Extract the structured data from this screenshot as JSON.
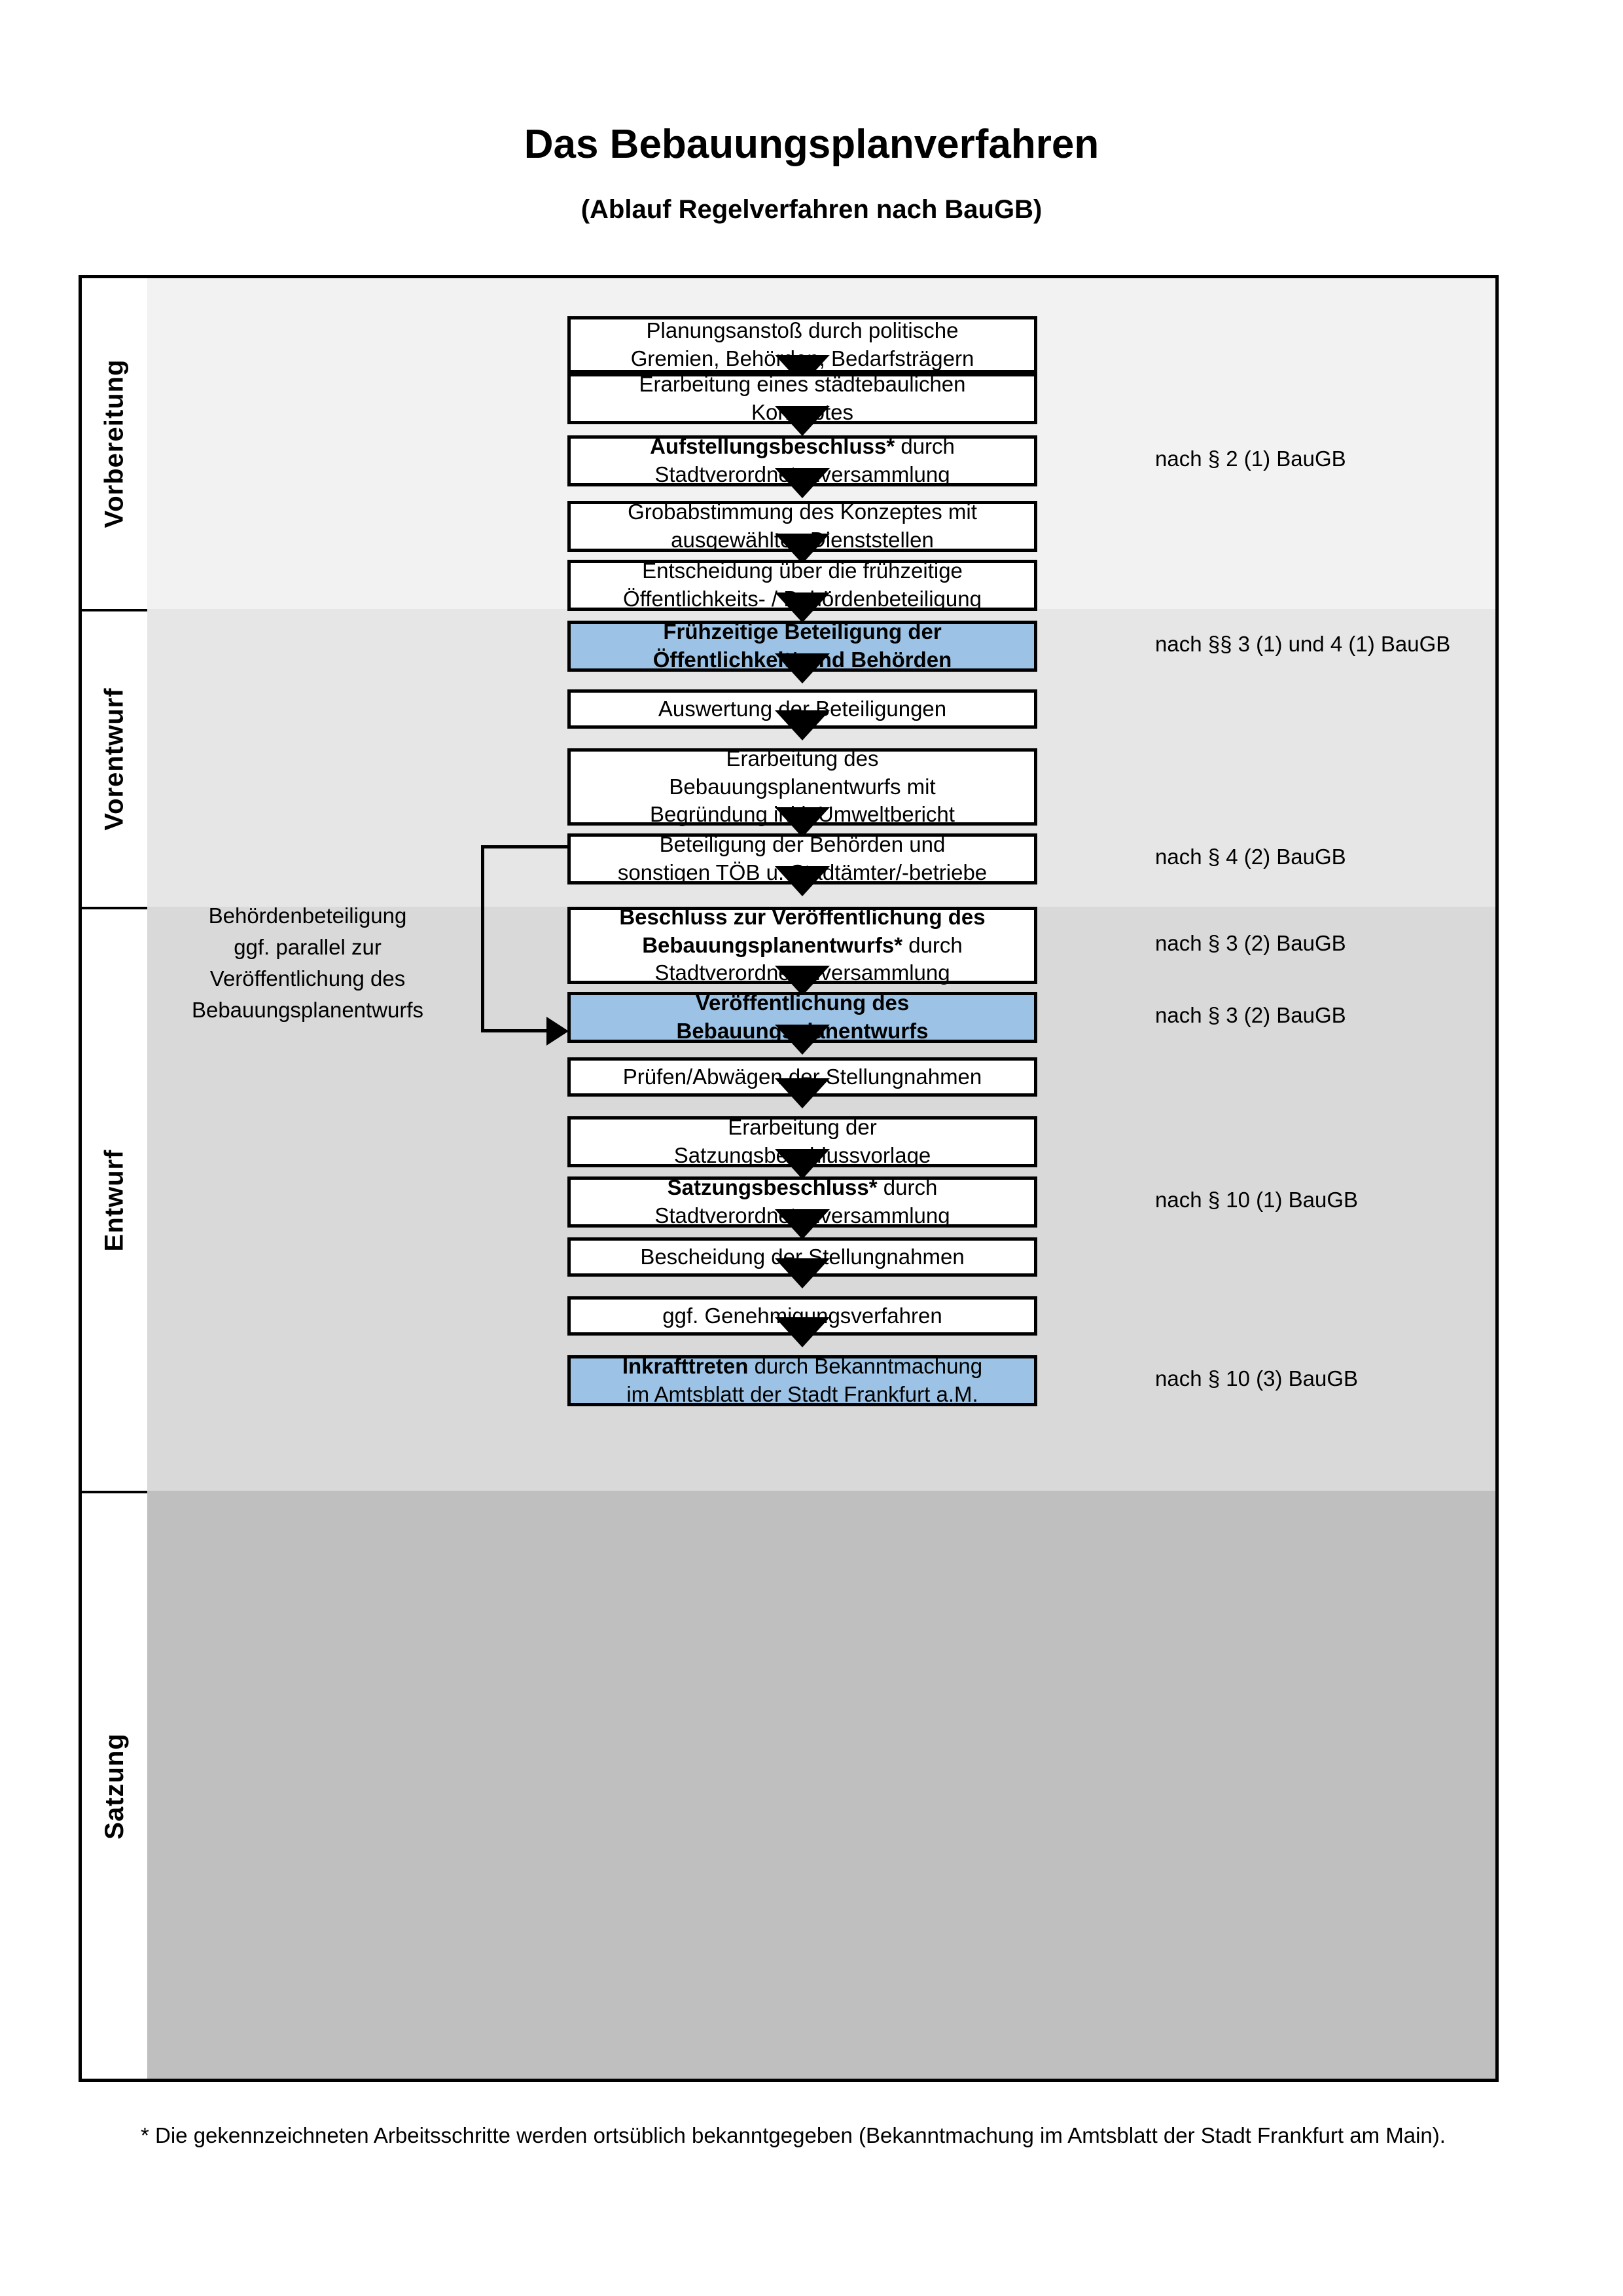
{
  "header": {
    "title": "Das Bebauungsplanverfahren",
    "subtitle": "(Ablauf Regelverfahren nach BauGB)"
  },
  "phases": [
    {
      "label": "Vorbereitung",
      "band_color": "#F2F2F2"
    },
    {
      "label": "Vorentwurf",
      "band_color": "#E6E6E6"
    },
    {
      "label": "Entwurf",
      "band_color": "#D9D9D9"
    },
    {
      "label": "Satzung",
      "band_color": "#BFBFBF"
    }
  ],
  "colors": {
    "highlight_box": "#9CC3E5",
    "border": "#000000",
    "page_background": "#FFFFFF"
  },
  "steps": [
    {
      "id": "planungsanstoss",
      "phase": "Vorbereitung",
      "highlight": false,
      "lines": [
        {
          "text": "Planungsanstoß durch politische",
          "bold": false
        },
        {
          "text": "Gremien, Behörden, Bedarfsträgern",
          "bold": false
        }
      ]
    },
    {
      "id": "staedtebauliches-konzept",
      "phase": "Vorbereitung",
      "highlight": false,
      "lines": [
        {
          "text": "Erarbeitung eines städtebaulichen",
          "bold": false
        },
        {
          "text": "Konzeptes",
          "bold": false
        }
      ]
    },
    {
      "id": "aufstellungsbeschluss",
      "phase": "Vorbereitung",
      "highlight": false,
      "lines": [
        {
          "text": "Aufstellungsbeschluss*",
          "bold": true,
          "suffix": " durch"
        },
        {
          "text": "Stadtverordnetenversammlung",
          "bold": false
        }
      ]
    },
    {
      "id": "grobabstimmung",
      "phase": "Vorentwurf",
      "highlight": false,
      "lines": [
        {
          "text": "Grobabstimmung des Konzeptes mit",
          "bold": false
        },
        {
          "text": "ausgewählten Dienststellen",
          "bold": false
        }
      ]
    },
    {
      "id": "entscheidung-fruehzeitige-beteiligung",
      "phase": "Vorentwurf",
      "highlight": false,
      "lines": [
        {
          "text": "Entscheidung über die frühzeitige",
          "bold": false
        },
        {
          "text": "Öffentlichkeits- / Behördenbeteiligung",
          "bold": false
        }
      ]
    },
    {
      "id": "fruehzeitige-beteiligung",
      "phase": "Vorentwurf",
      "highlight": true,
      "lines": [
        {
          "text": "Frühzeitige Beteiligung der",
          "bold": true
        },
        {
          "text": "Öffentlichkeit* und Behörden",
          "bold": true
        }
      ]
    },
    {
      "id": "auswertung-beteiligungen",
      "phase": "Entwurf",
      "highlight": false,
      "lines": [
        {
          "text": "Auswertung der Beteiligungen",
          "bold": false
        }
      ]
    },
    {
      "id": "erarbeitung-bebauungsplanentwurf",
      "phase": "Entwurf",
      "highlight": false,
      "lines": [
        {
          "text": "Erarbeitung des",
          "bold": false
        },
        {
          "text": "Bebauungsplanentwurfs mit",
          "bold": false
        },
        {
          "text": "Begründung inkl. Umweltbericht",
          "bold": false
        }
      ]
    },
    {
      "id": "beteiligung-behoerden-toeb",
      "phase": "Entwurf",
      "highlight": false,
      "lines": [
        {
          "text": "Beteiligung der Behörden und",
          "bold": false
        },
        {
          "text": "sonstigen TÖB u. Stadtämter/-betriebe",
          "bold": false
        }
      ]
    },
    {
      "id": "beschluss-veroeffentlichung",
      "phase": "Entwurf",
      "highlight": false,
      "lines": [
        {
          "text": "Beschluss zur Veröffentlichung des",
          "bold": true
        },
        {
          "text": "Bebauungsplanentwurfs*",
          "bold": true,
          "suffix": " durch"
        },
        {
          "text": "Stadtverordnetenversammlung",
          "bold": false
        }
      ]
    },
    {
      "id": "veroeffentlichung-entwurf",
      "phase": "Entwurf",
      "highlight": true,
      "lines": [
        {
          "text": "Veröffentlichung des",
          "bold": true
        },
        {
          "text": "Bebauungsplanentwurfs",
          "bold": true
        }
      ]
    },
    {
      "id": "pruefen-abwaegen",
      "phase": "Satzung",
      "highlight": false,
      "lines": [
        {
          "text": "Prüfen/Abwägen der Stellungnahmen",
          "bold": false
        }
      ]
    },
    {
      "id": "satzungsbeschlussvorlage",
      "phase": "Satzung",
      "highlight": false,
      "lines": [
        {
          "text": "Erarbeitung der",
          "bold": false
        },
        {
          "text": "Satzungsbeschlussvorlage",
          "bold": false
        }
      ]
    },
    {
      "id": "satzungsbeschluss",
      "phase": "Satzung",
      "highlight": false,
      "lines": [
        {
          "text": "Satzungsbeschluss*",
          "bold": true,
          "suffix": " durch"
        },
        {
          "text": "Stadtverordnetenversammlung",
          "bold": false
        }
      ]
    },
    {
      "id": "bescheidung-stellungnahmen",
      "phase": "Satzung",
      "highlight": false,
      "lines": [
        {
          "text": "Bescheidung der Stellungnahmen",
          "bold": false
        }
      ]
    },
    {
      "id": "genehmigungsverfahren",
      "phase": "Satzung",
      "highlight": false,
      "lines": [
        {
          "text": "ggf. Genehmigungsverfahren",
          "bold": false
        }
      ]
    },
    {
      "id": "inkrafttreten",
      "phase": "Satzung",
      "highlight": true,
      "lines": [
        {
          "text": "Inkrafttreten",
          "bold": true,
          "suffix": " durch Bekanntmachung"
        },
        {
          "text": "im Amtsblatt der Stadt Frankfurt a.M.",
          "bold": false
        }
      ]
    }
  ],
  "legal_references": [
    {
      "id": "ref-1",
      "text": "nach § 2 (1) BauGB",
      "for_step": "aufstellungsbeschluss"
    },
    {
      "id": "ref-2",
      "text": "nach §§ 3 (1) und 4 (1) BauGB",
      "for_step": "fruehzeitige-beteiligung"
    },
    {
      "id": "ref-3",
      "text": "nach § 4 (2) BauGB",
      "for_step": "beteiligung-behoerden-toeb"
    },
    {
      "id": "ref-4",
      "text": "nach § 3 (2) BauGB",
      "for_step": "beschluss-veroeffentlichung"
    },
    {
      "id": "ref-5",
      "text": "nach § 3 (2) BauGB",
      "for_step": "veroeffentlichung-entwurf"
    },
    {
      "id": "ref-6",
      "text": "nach § 10 (1) BauGB",
      "for_step": "satzungsbeschluss"
    },
    {
      "id": "ref-7",
      "text": "nach § 10 (3) BauGB",
      "for_step": "inkrafttreten"
    }
  ],
  "side_note": {
    "lines": [
      "Behördenbeteiligung",
      "ggf. parallel zur",
      "Veröffentlichung des",
      "Bebauungsplanentwurfs"
    ]
  },
  "footnote": {
    "text": "* Die gekennzeichneten Arbeitsschritte werden ortsüblich bekanntgegeben (Bekanntmachung im Amtsblatt  der Stadt Frankfurt am Main)."
  }
}
